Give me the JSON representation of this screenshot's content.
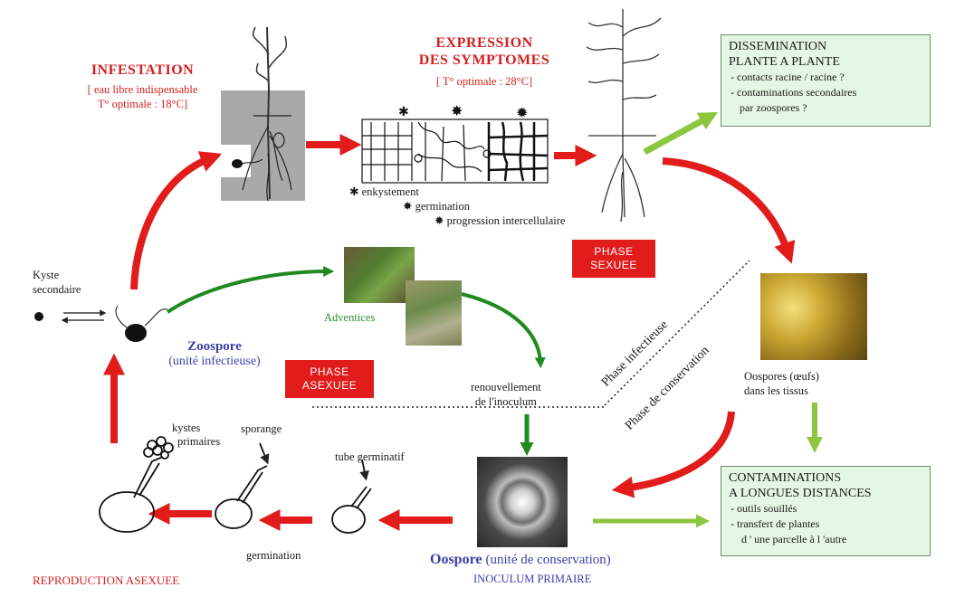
{
  "infestation": {
    "title": "INFESTATION",
    "line1": "[ eau libre indispensable",
    "line2": "T° optimale : 18°C]"
  },
  "expression": {
    "title1": "EXPRESSION",
    "title2": "DES SYMPTOMES",
    "condition": "[ T° optimale : 28°C]"
  },
  "legend": {
    "enkystement": "enkystement",
    "germination": "germination",
    "progression": "progression intercellulaire"
  },
  "dissemination": {
    "title1": "DISSEMINATION",
    "title2": "PLANTE A PLANTE",
    "item1": "- contacts racine / racine ?",
    "item2": "- contaminations secondaires",
    "item3": "par zoospores ?"
  },
  "phase_sexuee": {
    "line1": "PHASE",
    "line2": "SEXUEE"
  },
  "phase_asexuee": {
    "line1": "PHASE",
    "line2": "ASEXUEE"
  },
  "kyste": {
    "line1": "Kyste",
    "line2": "secondaire"
  },
  "zoospore": {
    "name": "Zoospore",
    "role": "(unité infectieuse)"
  },
  "adventices": "Adventices",
  "renouvellement": {
    "line1": "renouvellement",
    "line2": "de l'inoculum"
  },
  "phase_infectieuse": "Phase infectieuse",
  "phase_conservation": "Phase de conservation",
  "oospores_oeufs": {
    "line1": "Oospores (œufs)",
    "line2": "dans les tissus"
  },
  "contaminations": {
    "title1": "CONTAMINATIONS",
    "title2": "A LONGUES DISTANCES",
    "item1": "- outils souillés",
    "item2": "- transfert de plantes",
    "item3": "d ' une parcelle à l 'autre"
  },
  "repro_labels": {
    "kystes": "kystes",
    "primaires": "primaires",
    "sporange": "sporange",
    "tube": "tube germinatif",
    "germination": "germination"
  },
  "oospore": {
    "name": "Oospore",
    "role": "(unité de conservation)",
    "inoculum": "INOCULUM PRIMAIRE"
  },
  "reproduction": "REPRODUCTION ASEXUEE",
  "colors": {
    "red_arrow": "#e21b1b",
    "green_arrow_dark": "#1f8a1f",
    "green_arrow_light": "#8cc63f",
    "box_fill": "#e4f6e4"
  }
}
